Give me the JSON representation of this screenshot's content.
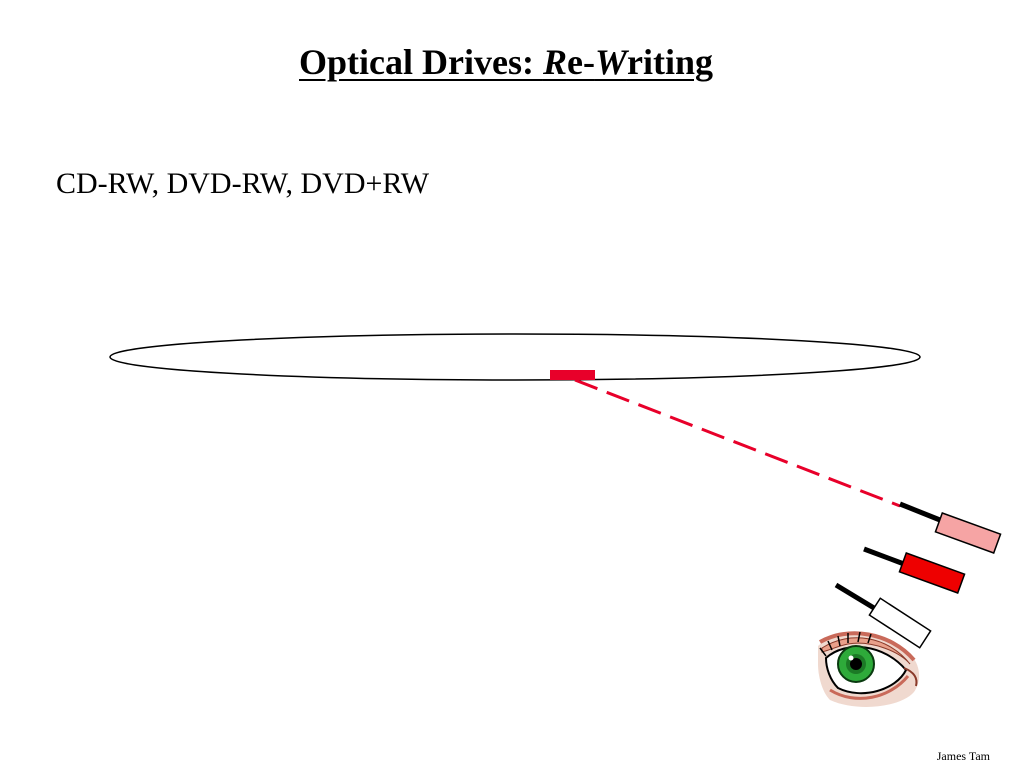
{
  "slide": {
    "title_part1": "Optical Drives: ",
    "title_r": "R",
    "title_part2": "e-",
    "title_w": "W",
    "title_part3": "riting",
    "subtitle": "CD-RW, DVD-RW, DVD+RW",
    "author": "James Tam"
  },
  "colors": {
    "laser_red": "#e8002a",
    "laser_pink": "#f6a4a4",
    "laser_bright_red": "#ee0000",
    "laser_white": "#ffffff",
    "iris_green": "#2eaa3a",
    "skin": "#e9a08a",
    "outline": "#000000"
  },
  "icons": [
    "disc-shape",
    "laser-emitter",
    "eye-icon"
  ]
}
